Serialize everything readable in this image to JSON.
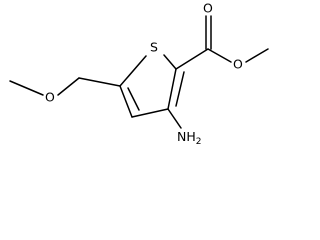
{
  "diagram": {
    "atom_labels": {
      "ring_sulfur": "S",
      "carbonyl_oxygen": "O",
      "ester_oxygen": "O",
      "ether_oxygen": "O",
      "amine": "NH",
      "amine_subscript": "2"
    }
  }
}
